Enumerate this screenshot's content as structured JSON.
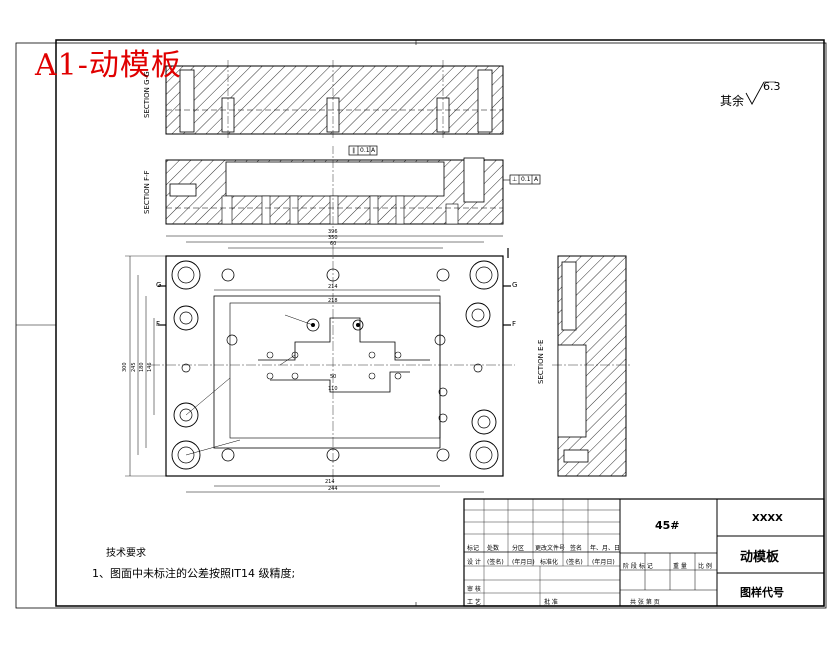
{
  "title_stamp": "A1-动模板",
  "roughness": {
    "prefix": "其余",
    "value": "6.3"
  },
  "sections": {
    "top": "SECTION G-G",
    "middle": "SECTION F-F",
    "right": "SECTION E-E"
  },
  "tolerance_frames": [
    {
      "symbol": "∥",
      "value": "0.1",
      "datum": "A"
    },
    {
      "symbol": "⊥",
      "value": "0.1",
      "datum": "A"
    }
  ],
  "section_marks": {
    "g": "G",
    "f": "F"
  },
  "dimensions": {
    "overall_width": "396",
    "width_2": "350",
    "width_3": "60",
    "width_4": "214",
    "width_5": "218",
    "bottom_1": "214",
    "bottom_2": "244",
    "height_1": "300",
    "height_2": "245",
    "height_3": "180",
    "height_4": "146",
    "center_1": "50",
    "center_2": "110"
  },
  "notes": {
    "heading": "技术要求",
    "item1": "1、图面中未标注的公差按照IT14 级精度;"
  },
  "title_block": {
    "material": "45#",
    "drawing_number": "XXXX",
    "part_name": "动模板",
    "code_label": "图样代号",
    "row_labels": [
      "标记",
      "处数",
      "分区",
      "更改文件号",
      "签名",
      "年、月、日"
    ],
    "design_row": [
      "设 计",
      "(签名)",
      "(年月日)",
      "标准化",
      "(签名)",
      "(年月日)"
    ],
    "stage_labels": [
      "阶 段 标 记",
      "重 量",
      "比 例"
    ],
    "review_label": "审 核",
    "process_label": "工 艺",
    "approve_label": "批 准",
    "sheet_info": "共    张    第    页"
  }
}
